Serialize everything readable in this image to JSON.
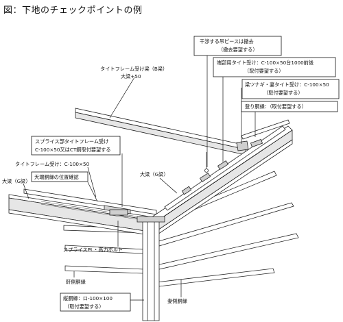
{
  "title": "図：下地のチェックポイントの例",
  "labels": {
    "kanshou_piece": "干渉する吊ピースは撤去",
    "kanshou_piece_note": "（撤去要望する）",
    "tanbu_tie": "端部用タイト受け：C-100×50台1000前後",
    "tanbu_tie_note": "（取付要望する）",
    "tsunagi": "梁ツナギ・妻タイト受け：C-100×50",
    "tsunagi_note": "（取付要望する）",
    "nobori_dobuchi": "登り胴縁：（取付要望する）",
    "tite_frame_b": "タイトフレーム受け梁（B梁）",
    "tite_frame_b_sub": "大梁+50",
    "splice_tite": "スプライス部タイトフレーム受け",
    "splice_tite_2": "C-100×50又はCT鋼取付要望する",
    "tite_frame_c": "タイトフレーム受け：C-100×50",
    "tenba_dobuchi": "天端胴縁の位置確認",
    "oobari_g_left": "大梁（G梁）",
    "oobari_g_right": "大梁（G梁）",
    "splice_pl": "スプライスPL・高力ボルト",
    "nokigawa": "軒側胴縁",
    "tategawa": "縦胴縁：ロ-100×100",
    "tategawa_note": "（取付要望する）",
    "tsumagawa": "妻側胴縁"
  }
}
